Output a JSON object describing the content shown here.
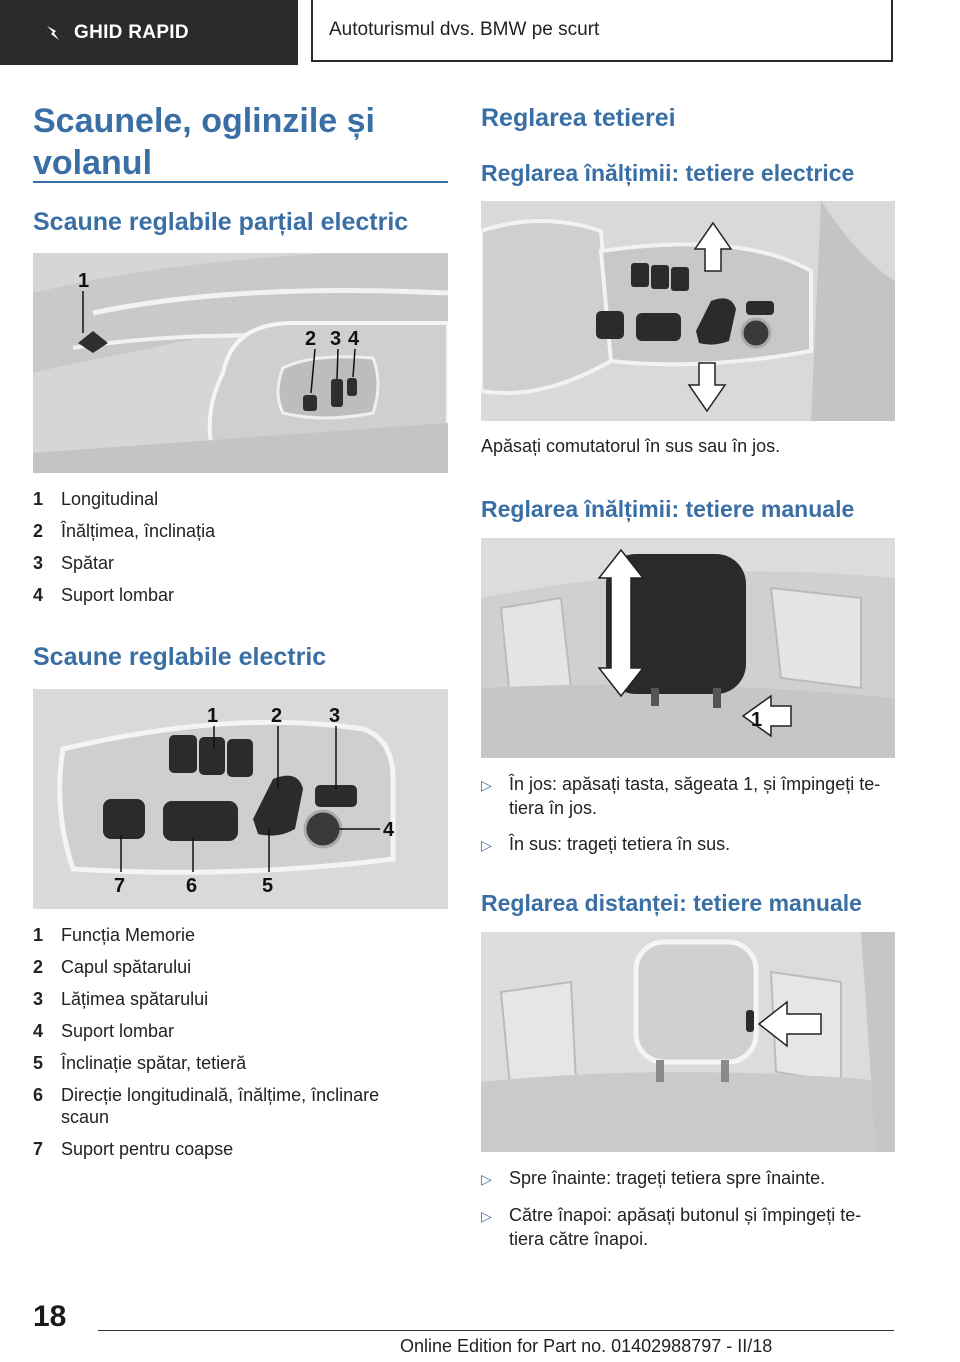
{
  "header": {
    "tab_label": "GHID RAPID",
    "title": "Autoturismul dvs. BMW pe scurt"
  },
  "left": {
    "section_title": "Scaunele, oglinzile și volanul",
    "partial": {
      "title": "Scaune reglabile parțial electric",
      "figure_labels": [
        "1",
        "2",
        "3",
        "4"
      ],
      "legend": [
        {
          "num": "1",
          "text": "Longitudinal"
        },
        {
          "num": "2",
          "text": "Înălțimea, înclinația"
        },
        {
          "num": "3",
          "text": "Spătar"
        },
        {
          "num": "4",
          "text": "Suport lombar"
        }
      ]
    },
    "electric": {
      "title": "Scaune reglabile electric",
      "figure_labels": [
        "1",
        "2",
        "3",
        "4",
        "5",
        "6",
        "7"
      ],
      "legend": [
        {
          "num": "1",
          "text": "Funcția Memorie"
        },
        {
          "num": "2",
          "text": "Capul spătarului"
        },
        {
          "num": "3",
          "text": "Lățimea spătarului"
        },
        {
          "num": "4",
          "text": "Suport lombar"
        },
        {
          "num": "5",
          "text": "Înclinație spătar, tetieră"
        },
        {
          "num": "6",
          "text": "Direcție longitudinală, înălțime, înclinare scaun"
        },
        {
          "num": "7",
          "text": "Suport pentru coapse"
        }
      ]
    }
  },
  "right": {
    "title": "Reglarea tetierei",
    "electric_height": {
      "title": "Reglarea înălțimii: tetiere electrice",
      "text": "Apăsați comutatorul în sus sau în jos."
    },
    "manual_height": {
      "title": "Reglarea înălțimii: tetiere manuale",
      "figure_label": "1",
      "bullets": [
        "În jos: apăsați tasta, săgeata 1, și împingeți te-tiera în jos.",
        "În sus: trageți tetiera în sus."
      ]
    },
    "manual_distance": {
      "title": "Reglarea distanței: tetiere manuale",
      "bullets": [
        "Spre înainte: trageți tetiera spre înainte.",
        "Către înapoi: apăsați butonul și împingeți te-tiera către înapoi."
      ]
    }
  },
  "footer": {
    "page_number": "18",
    "edition": "Online Edition for Part no. 01402988797 - II/18"
  },
  "colors": {
    "heading_blue": "#3a6fa5",
    "header_dark": "#2b2b2b",
    "figure_bg": "#d9d9d9"
  }
}
